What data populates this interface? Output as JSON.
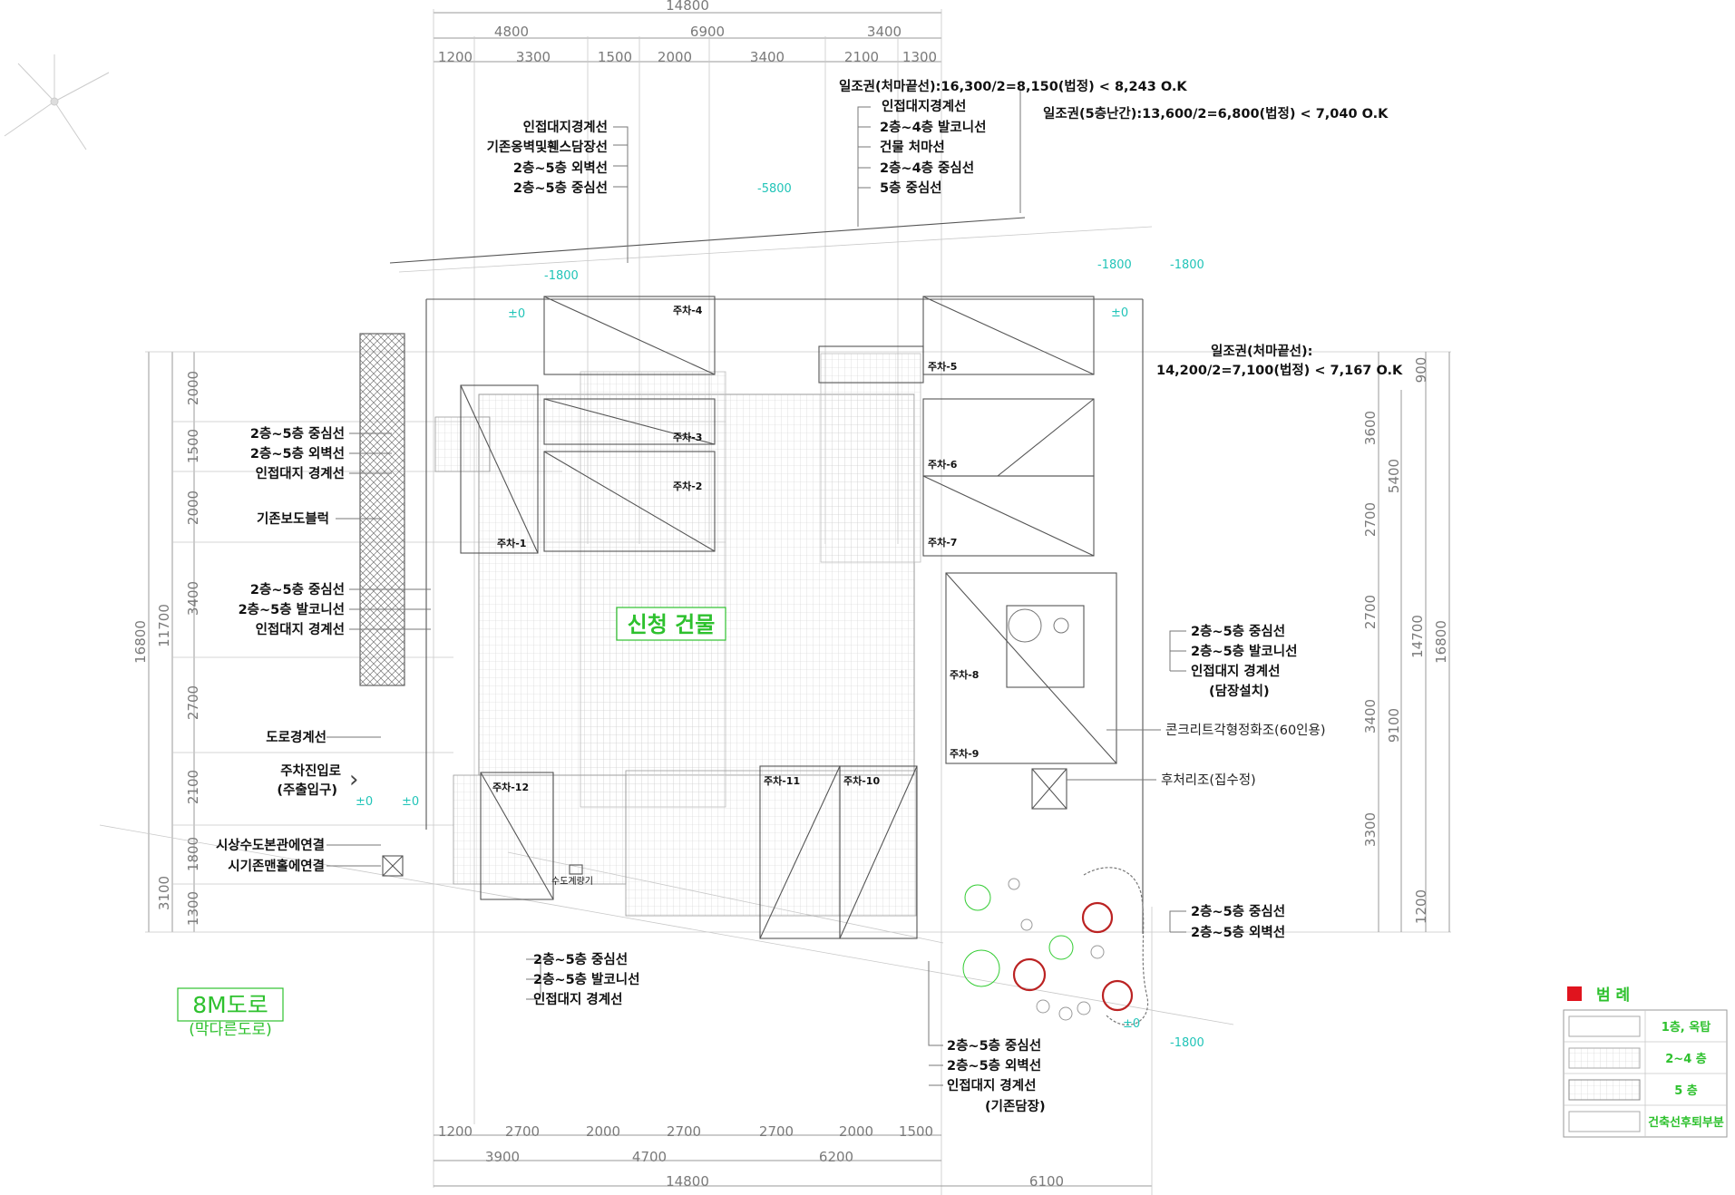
{
  "drawing": {
    "building_label": "신청 건물",
    "road_label_main": "8M도로",
    "road_label_sub": "(막다른도로)",
    "entry_label_1": "주차진입로",
    "entry_label_2": "(주출입구)"
  },
  "dimensions": {
    "top_total": "14800",
    "top_row1": [
      "4800",
      "6900",
      "3400"
    ],
    "top_row2": [
      "1200",
      "3300",
      "1500",
      "2000",
      "3400",
      "2100",
      "1300"
    ],
    "bottom_row1": [
      "1200",
      "2700",
      "2000",
      "2700",
      "2700",
      "2000",
      "1500"
    ],
    "bottom_row2": [
      "3900",
      "4700",
      "6200"
    ],
    "bottom_total": "14800",
    "bottom_extra": "6100",
    "left_total": "16800",
    "left_mid": "11700",
    "left_row": [
      "2000",
      "1500",
      "2000",
      "3400",
      "2700",
      "2100",
      "1800",
      "1300"
    ],
    "left_extra": "3100",
    "right_inner": [
      "900",
      "3600",
      "2700",
      "2700",
      "3400",
      "3300",
      "1200"
    ],
    "right_mid": [
      "5400",
      "9100"
    ],
    "right_outer": [
      "14700",
      "16800"
    ]
  },
  "levels": {
    "minus_1800": "-1800",
    "minus_5800": "-5800",
    "zero": "±0"
  },
  "notes": {
    "sun1": "일조권(처마끝선):16,300/2=8,150(법정) < 8,243 O.K",
    "sun2": "일조권(5층난간):13,600/2=6,800(법정) < 7,040 O.K",
    "sun3a": "일조권(처마끝선):",
    "sun3b": "14,200/2=7,100(법정) < 7,167 O.K"
  },
  "labels": {
    "top_left": [
      "인접대지경계선",
      "기존옹벽및휀스담장선",
      "2층~5층 외벽선",
      "2층~5층 중심선"
    ],
    "top_mid": [
      "인접대지경계선",
      "2층~4층 발코니선",
      "건물 처마선",
      "2층~4층 중심선",
      "5층 중심선"
    ],
    "left_a": [
      "2층~5층 중심선",
      "2층~5층 외벽선",
      "인접대지 경계선"
    ],
    "left_b": "기존보도블럭",
    "left_c": [
      "2층~5층 중심선",
      "2층~5층 발코니선",
      "인접대지 경계선"
    ],
    "left_d": "도로경계선",
    "left_e": [
      "시상수도본관에연결",
      "시기존맨홀에연결"
    ],
    "right_a": [
      "2층~5층 중심선",
      "2층~5층 발코니선",
      "인접대지 경계선",
      "(담장설치)"
    ],
    "right_b": "콘크리트각형정화조(60인용)",
    "right_c": "후처리조(집수정)",
    "right_d": [
      "2층~5층 중심선",
      "2층~5층 외벽선"
    ],
    "bottom_a": [
      "2층~5층 중심선",
      "2층~5층 발코니선",
      "인접대지 경계선"
    ],
    "bottom_b": [
      "2층~5층 중심선",
      "2층~5층 외벽선",
      "인접대지 경계선",
      "(기존담장)"
    ],
    "meter": "수도계량기"
  },
  "parking": [
    "주차-1",
    "주차-2",
    "주차-3",
    "주차-4",
    "주차-5",
    "주차-6",
    "주차-7",
    "주차-8",
    "주차-9",
    "주차-10",
    "주차-11",
    "주차-12"
  ],
  "legend": {
    "title": "범 례",
    "items": [
      "1층, 옥탑",
      "2~4 층",
      "5 층",
      "건축선후퇴부분"
    ]
  },
  "colors": {
    "accent_green": "#2ec12e",
    "level_cyan": "#21c4b8",
    "legend_red": "#e0141e"
  }
}
